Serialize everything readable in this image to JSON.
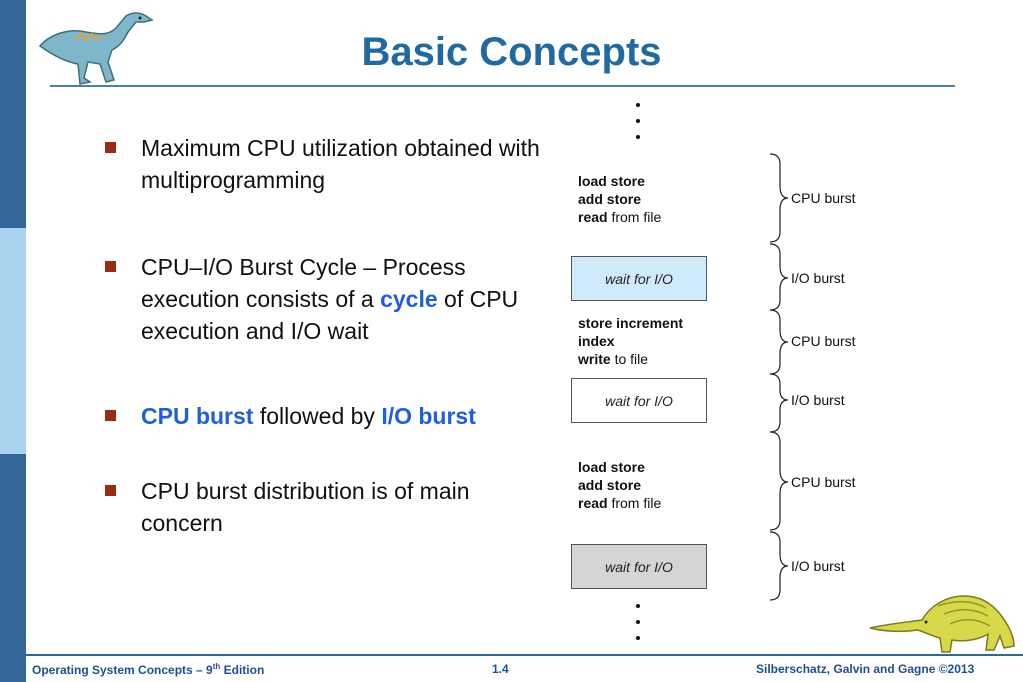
{
  "title": "Basic Concepts",
  "bullets": [
    {
      "text": "Maximum CPU utilization obtained with multiprogramming"
    },
    {
      "pre": "CPU–I/O Burst Cycle – Process execution consists of a ",
      "highlight": "cycle",
      "post": " of CPU execution and I/O wait"
    },
    {
      "h1": "CPU burst",
      "mid": " followed by ",
      "h2": "I/O burst"
    },
    {
      "text": "CPU burst distribution is of main concern"
    }
  ],
  "diagram": {
    "block1": {
      "l1": "load store",
      "l2": "add store",
      "l3b": "read",
      "l3": " from file"
    },
    "wait1": "wait for I/O",
    "block2": {
      "l1": "store increment",
      "l2": "index",
      "l3b": "write",
      "l3": " to file"
    },
    "wait2": "wait for I/O",
    "block3": {
      "l1": "load store",
      "l2": "add store",
      "l3b": "read",
      "l3": " from file"
    },
    "wait3": "wait for I/O",
    "labels": [
      "CPU burst",
      "I/O burst",
      "CPU burst",
      "I/O burst",
      "CPU burst",
      "I/O burst"
    ]
  },
  "footer": {
    "left": "Operating System Concepts – 9",
    "left_sup": "th",
    "left_end": " Edition",
    "center": "1.4",
    "right": "Silberschatz, Galvin and Gagne ©2013"
  },
  "colors": {
    "accent": "#1f6aa0",
    "bar_dark": "#336699",
    "bar_light": "#a9d3ef",
    "bullet": "#9c2b14",
    "highlight": "#1e5fe0"
  }
}
